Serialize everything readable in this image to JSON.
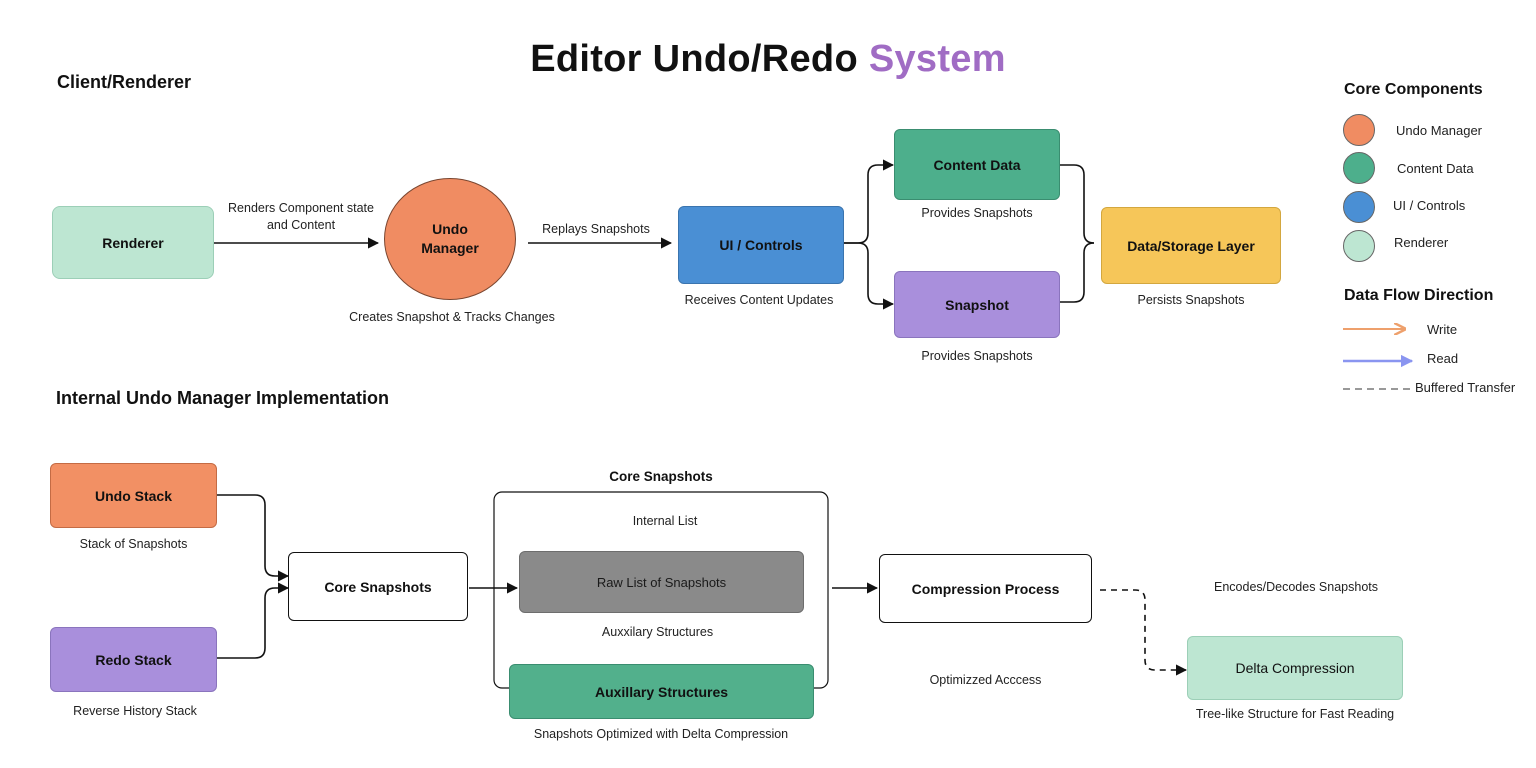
{
  "title": {
    "main": "Editor Undo/Redo",
    "accent": "System"
  },
  "sections": {
    "top": "Client/Renderer",
    "bottom": "Internal Undo Manager Implementation"
  },
  "top_nodes": {
    "renderer": "Renderer",
    "undo_manager": "Undo Manager",
    "ui_controls": "UI / Controls",
    "content_data": "Content Data",
    "snapshot": "Snapshot",
    "data_storage": "Data/Storage Layer"
  },
  "top_labels": {
    "renders_component": "Renders Component state and Content",
    "replays_snapshots": "Replays Snapshots",
    "creates_snapshot": "Creates Snapshot & Tracks Changes",
    "receives_content": "Receives Content Updates",
    "content_provides": "Provides Snapshots",
    "snapshot_provides": "Provides Snapshots",
    "persists": "Persists Snapshots"
  },
  "bottom_nodes": {
    "undo_stack": "Undo Stack",
    "redo_stack": "Redo Stack",
    "core_snapshots": "Core Snapshots",
    "raw_list": "Raw List of Snapshots",
    "auxiliary": "Auxillary Structures",
    "compression": "Compression Process",
    "delta": "Delta Compression"
  },
  "bottom_labels": {
    "stack_of_snapshots": "Stack of Snapshots",
    "reverse_history": "Reverse History Stack",
    "core_group_title": "Core Snapshots",
    "internal_list": "Internal List",
    "auxilary_structures": "Auxxilary Structures",
    "optimized_delta": "Snapshots Optimized with Delta Compression",
    "optimized_access": "Optimizzed Acccess",
    "encodes": "Encodes/Decodes Snapshots",
    "tree_like": "Tree-like Structure for Fast Reading"
  },
  "legend": {
    "components_title": "Core Components",
    "components": [
      {
        "label": "Undo Manager",
        "color": "#f08c62"
      },
      {
        "label": "Content Data",
        "color": "#4daf8c"
      },
      {
        "label": "UI / Controls",
        "color": "#4a8fd4"
      },
      {
        "label": "Renderer",
        "color": "#bde6d2"
      }
    ],
    "flow_title": "Data Flow Direction",
    "flows": [
      {
        "label": "Write",
        "color": "#eea06c"
      },
      {
        "label": "Read",
        "color": "#8a95f0"
      },
      {
        "label": "Buffered Transfer",
        "color": "#999999"
      }
    ]
  },
  "colors": {
    "renderer": "#bde6d2",
    "undo_manager": "#f08c62",
    "ui_controls": "#4a8fd4",
    "content_data": "#4daf8c",
    "snapshot": "#a98fdc",
    "data_storage": "#f6c659",
    "undo_stack": "#f29064",
    "redo_stack": "#a98fdc",
    "raw_list": "#8a8a8a",
    "auxiliary": "#52b08c",
    "delta": "#bde6d2",
    "title_accent": "#a06cc4"
  }
}
